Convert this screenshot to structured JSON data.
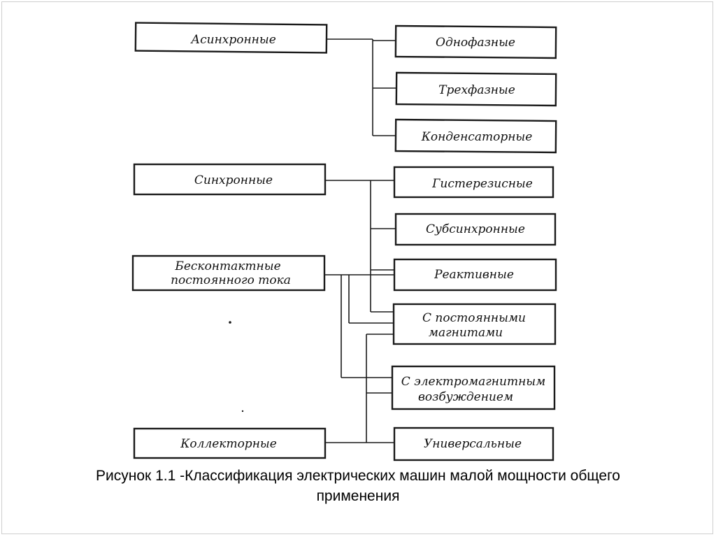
{
  "diagram": {
    "left_boxes": [
      {
        "id": "async",
        "lines": [
          "Асинхронные"
        ]
      },
      {
        "id": "sync",
        "lines": [
          "Синхронные"
        ]
      },
      {
        "id": "brushless",
        "lines": [
          "Бесконтактные",
          "постоянного тока"
        ]
      },
      {
        "id": "collector",
        "lines": [
          "Коллекторные"
        ]
      }
    ],
    "right_boxes": [
      {
        "id": "single_phase",
        "lines": [
          "Однофазные"
        ]
      },
      {
        "id": "three_phase",
        "lines": [
          "Трехфазные"
        ]
      },
      {
        "id": "capacitor",
        "lines": [
          "Конденсаторные"
        ]
      },
      {
        "id": "hysteresis",
        "lines": [
          "Гистерезисные"
        ]
      },
      {
        "id": "subsync",
        "lines": [
          "Субсинхронные"
        ]
      },
      {
        "id": "reactive",
        "lines": [
          "Реактивные"
        ]
      },
      {
        "id": "permanent_magnet",
        "lines": [
          "С постоянными",
          "магнитами"
        ]
      },
      {
        "id": "em_excitation",
        "lines": [
          "С электромагнитным",
          "возбуждением"
        ]
      },
      {
        "id": "universal",
        "lines": [
          "Универсальные"
        ]
      }
    ]
  },
  "caption": {
    "line1": "Рисунок 1.1 -Классификация электрических машин малой мощности общего",
    "line2": "применения"
  }
}
